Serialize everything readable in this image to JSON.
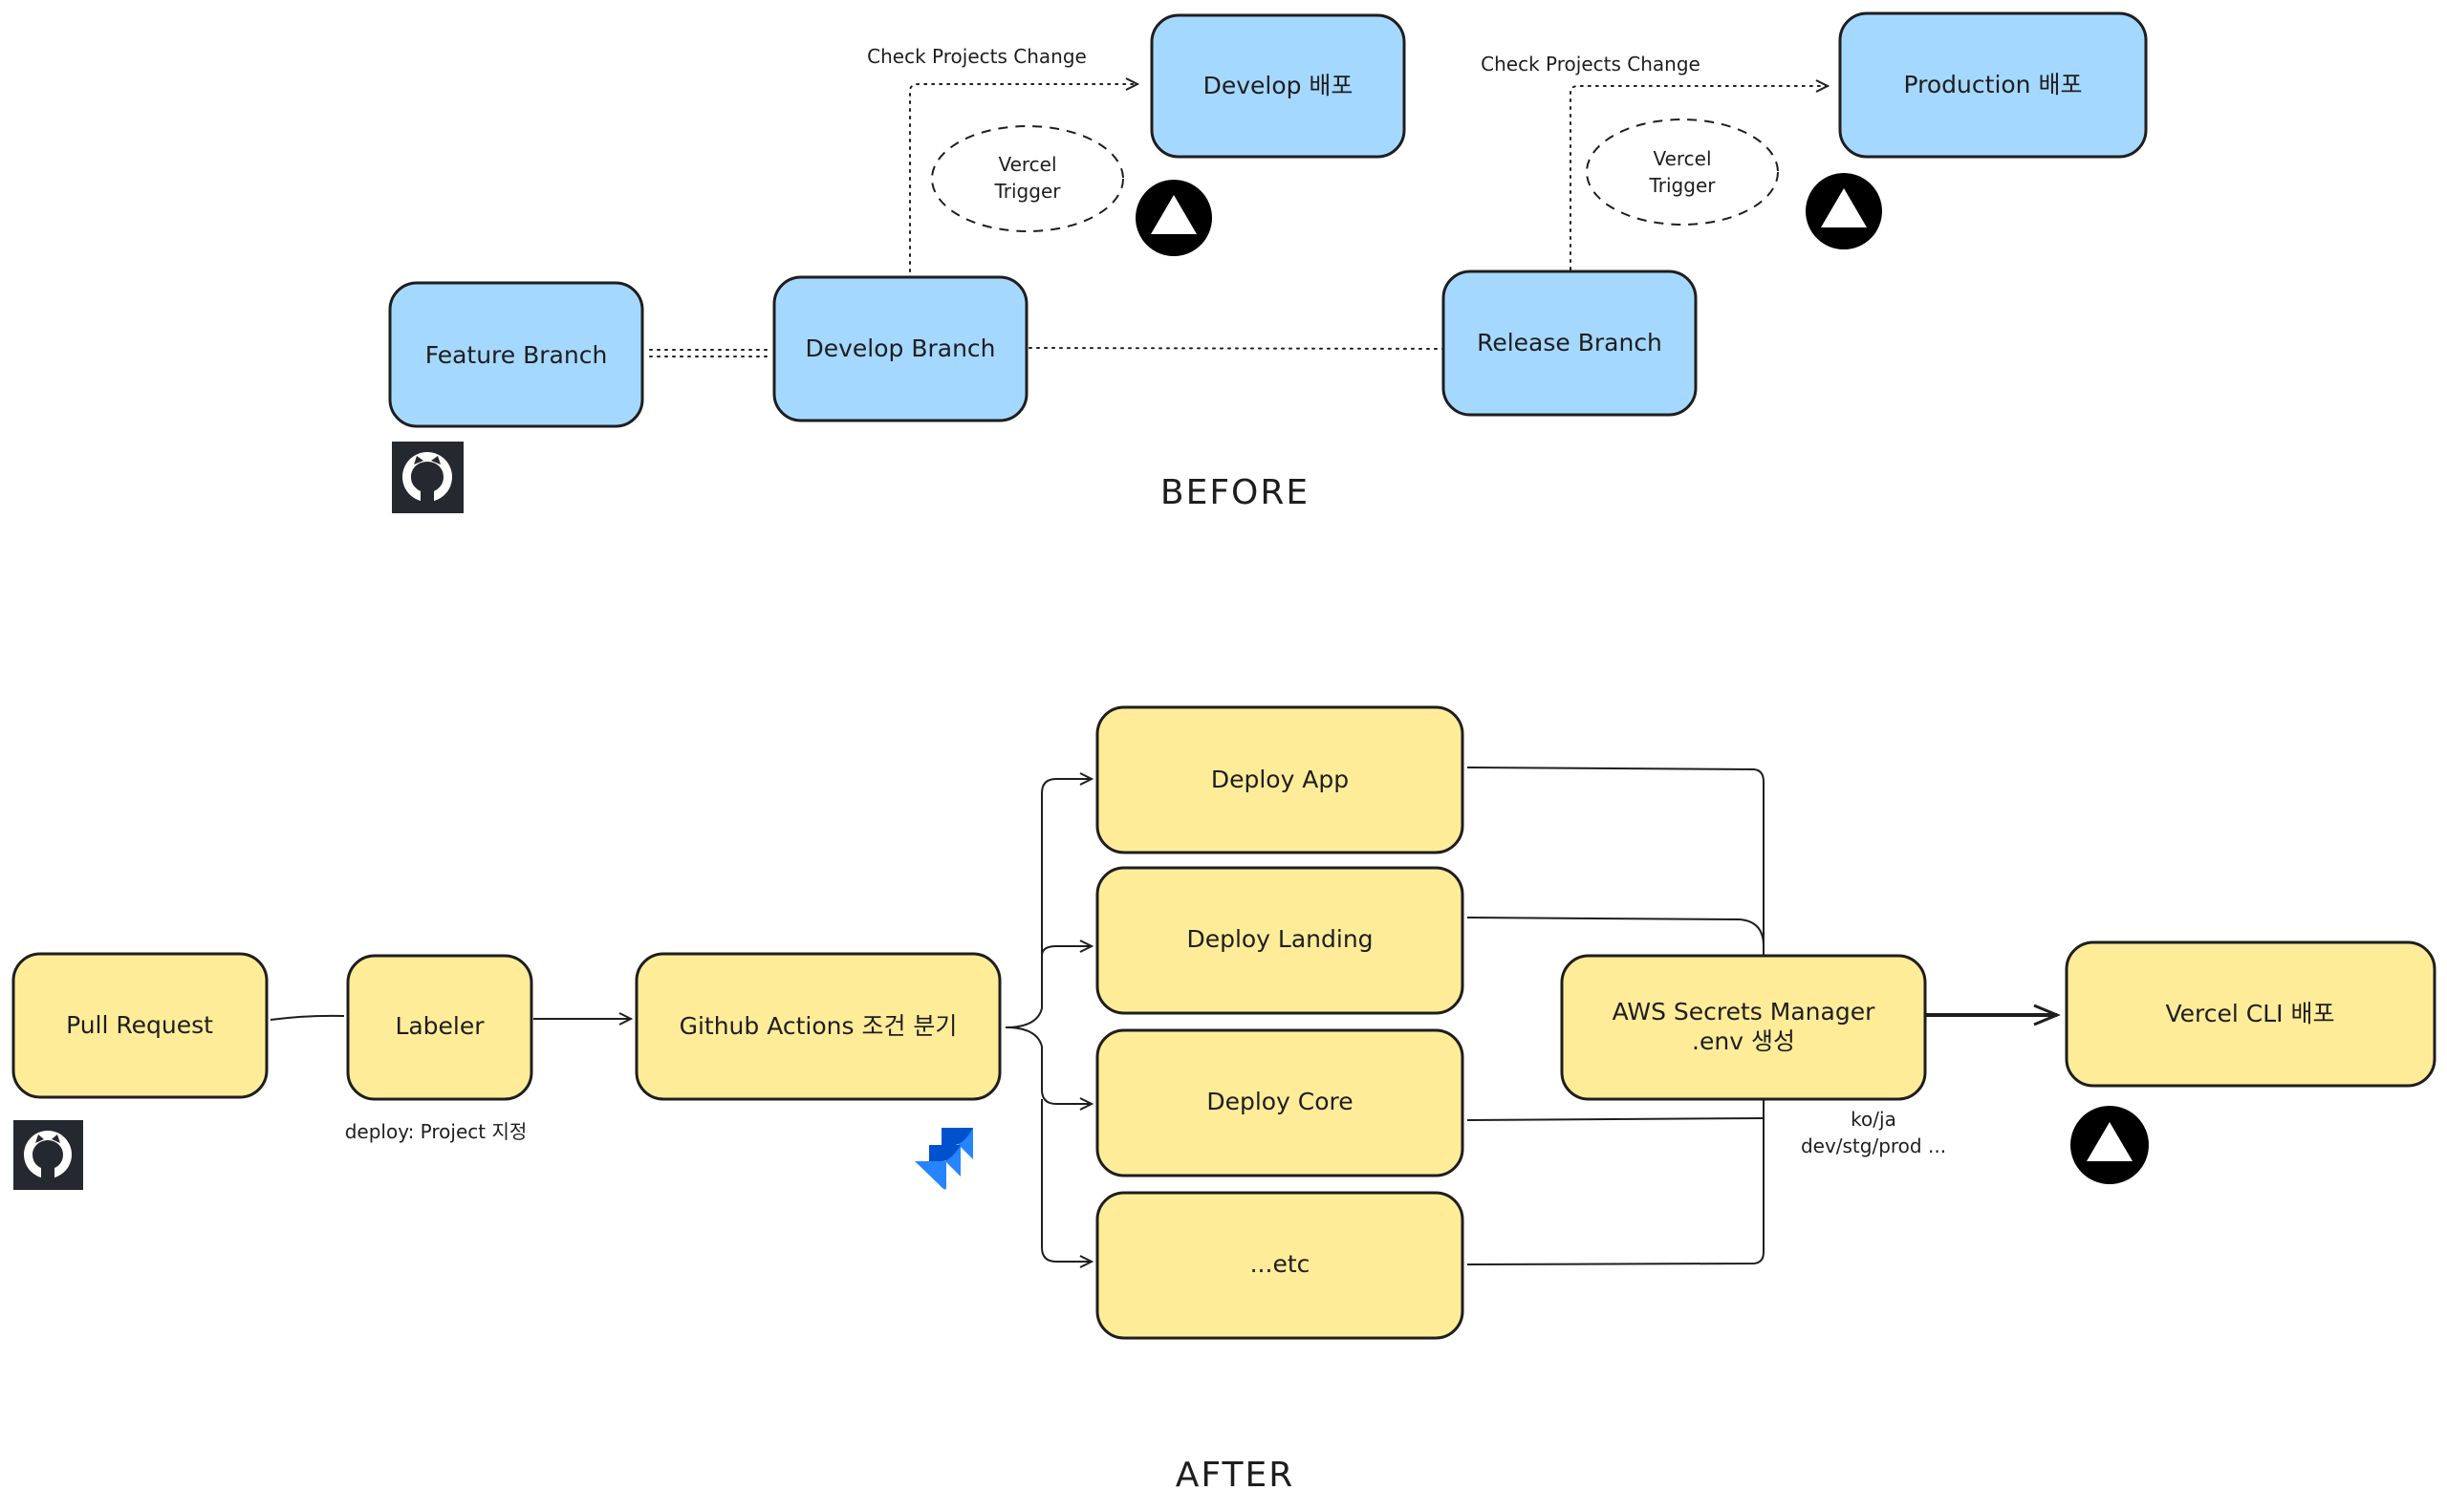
{
  "before": {
    "section_label": "BEFORE",
    "feature_branch": "Feature Branch",
    "develop_branch": "Develop Branch",
    "release_branch": "Release Branch",
    "develop_deploy": "Develop 배포",
    "production_deploy": "Production 배포",
    "check_projects_change_1": "Check Projects Change",
    "check_projects_change_2": "Check Projects Change",
    "vercel_trigger_1": [
      "Vercel",
      "Trigger"
    ],
    "vercel_trigger_2": [
      "Vercel",
      "Trigger"
    ]
  },
  "after": {
    "section_label": "AFTER",
    "pull_request": "Pull Request",
    "labeler": "Labeler",
    "labeler_note": "deploy: Project 지정",
    "github_actions": "Github Actions 조건 분기",
    "deploy_app": "Deploy App",
    "deploy_landing": "Deploy Landing",
    "deploy_core": "Deploy Core",
    "deploy_etc": "...etc",
    "aws_secrets": [
      "AWS Secrets Manager",
      ".env 생성"
    ],
    "aws_note": [
      "ko/ja",
      "dev/stg/prod ..."
    ],
    "vercel_cli": "Vercel CLI 배포"
  },
  "icons": {
    "github": "github-icon",
    "vercel": "vercel-icon",
    "jira": "jira-icon"
  },
  "colors": {
    "before_box": "#a5d8ff",
    "after_box": "#ffec99",
    "stroke": "#1e1e1e",
    "jira": "#2684ff"
  }
}
